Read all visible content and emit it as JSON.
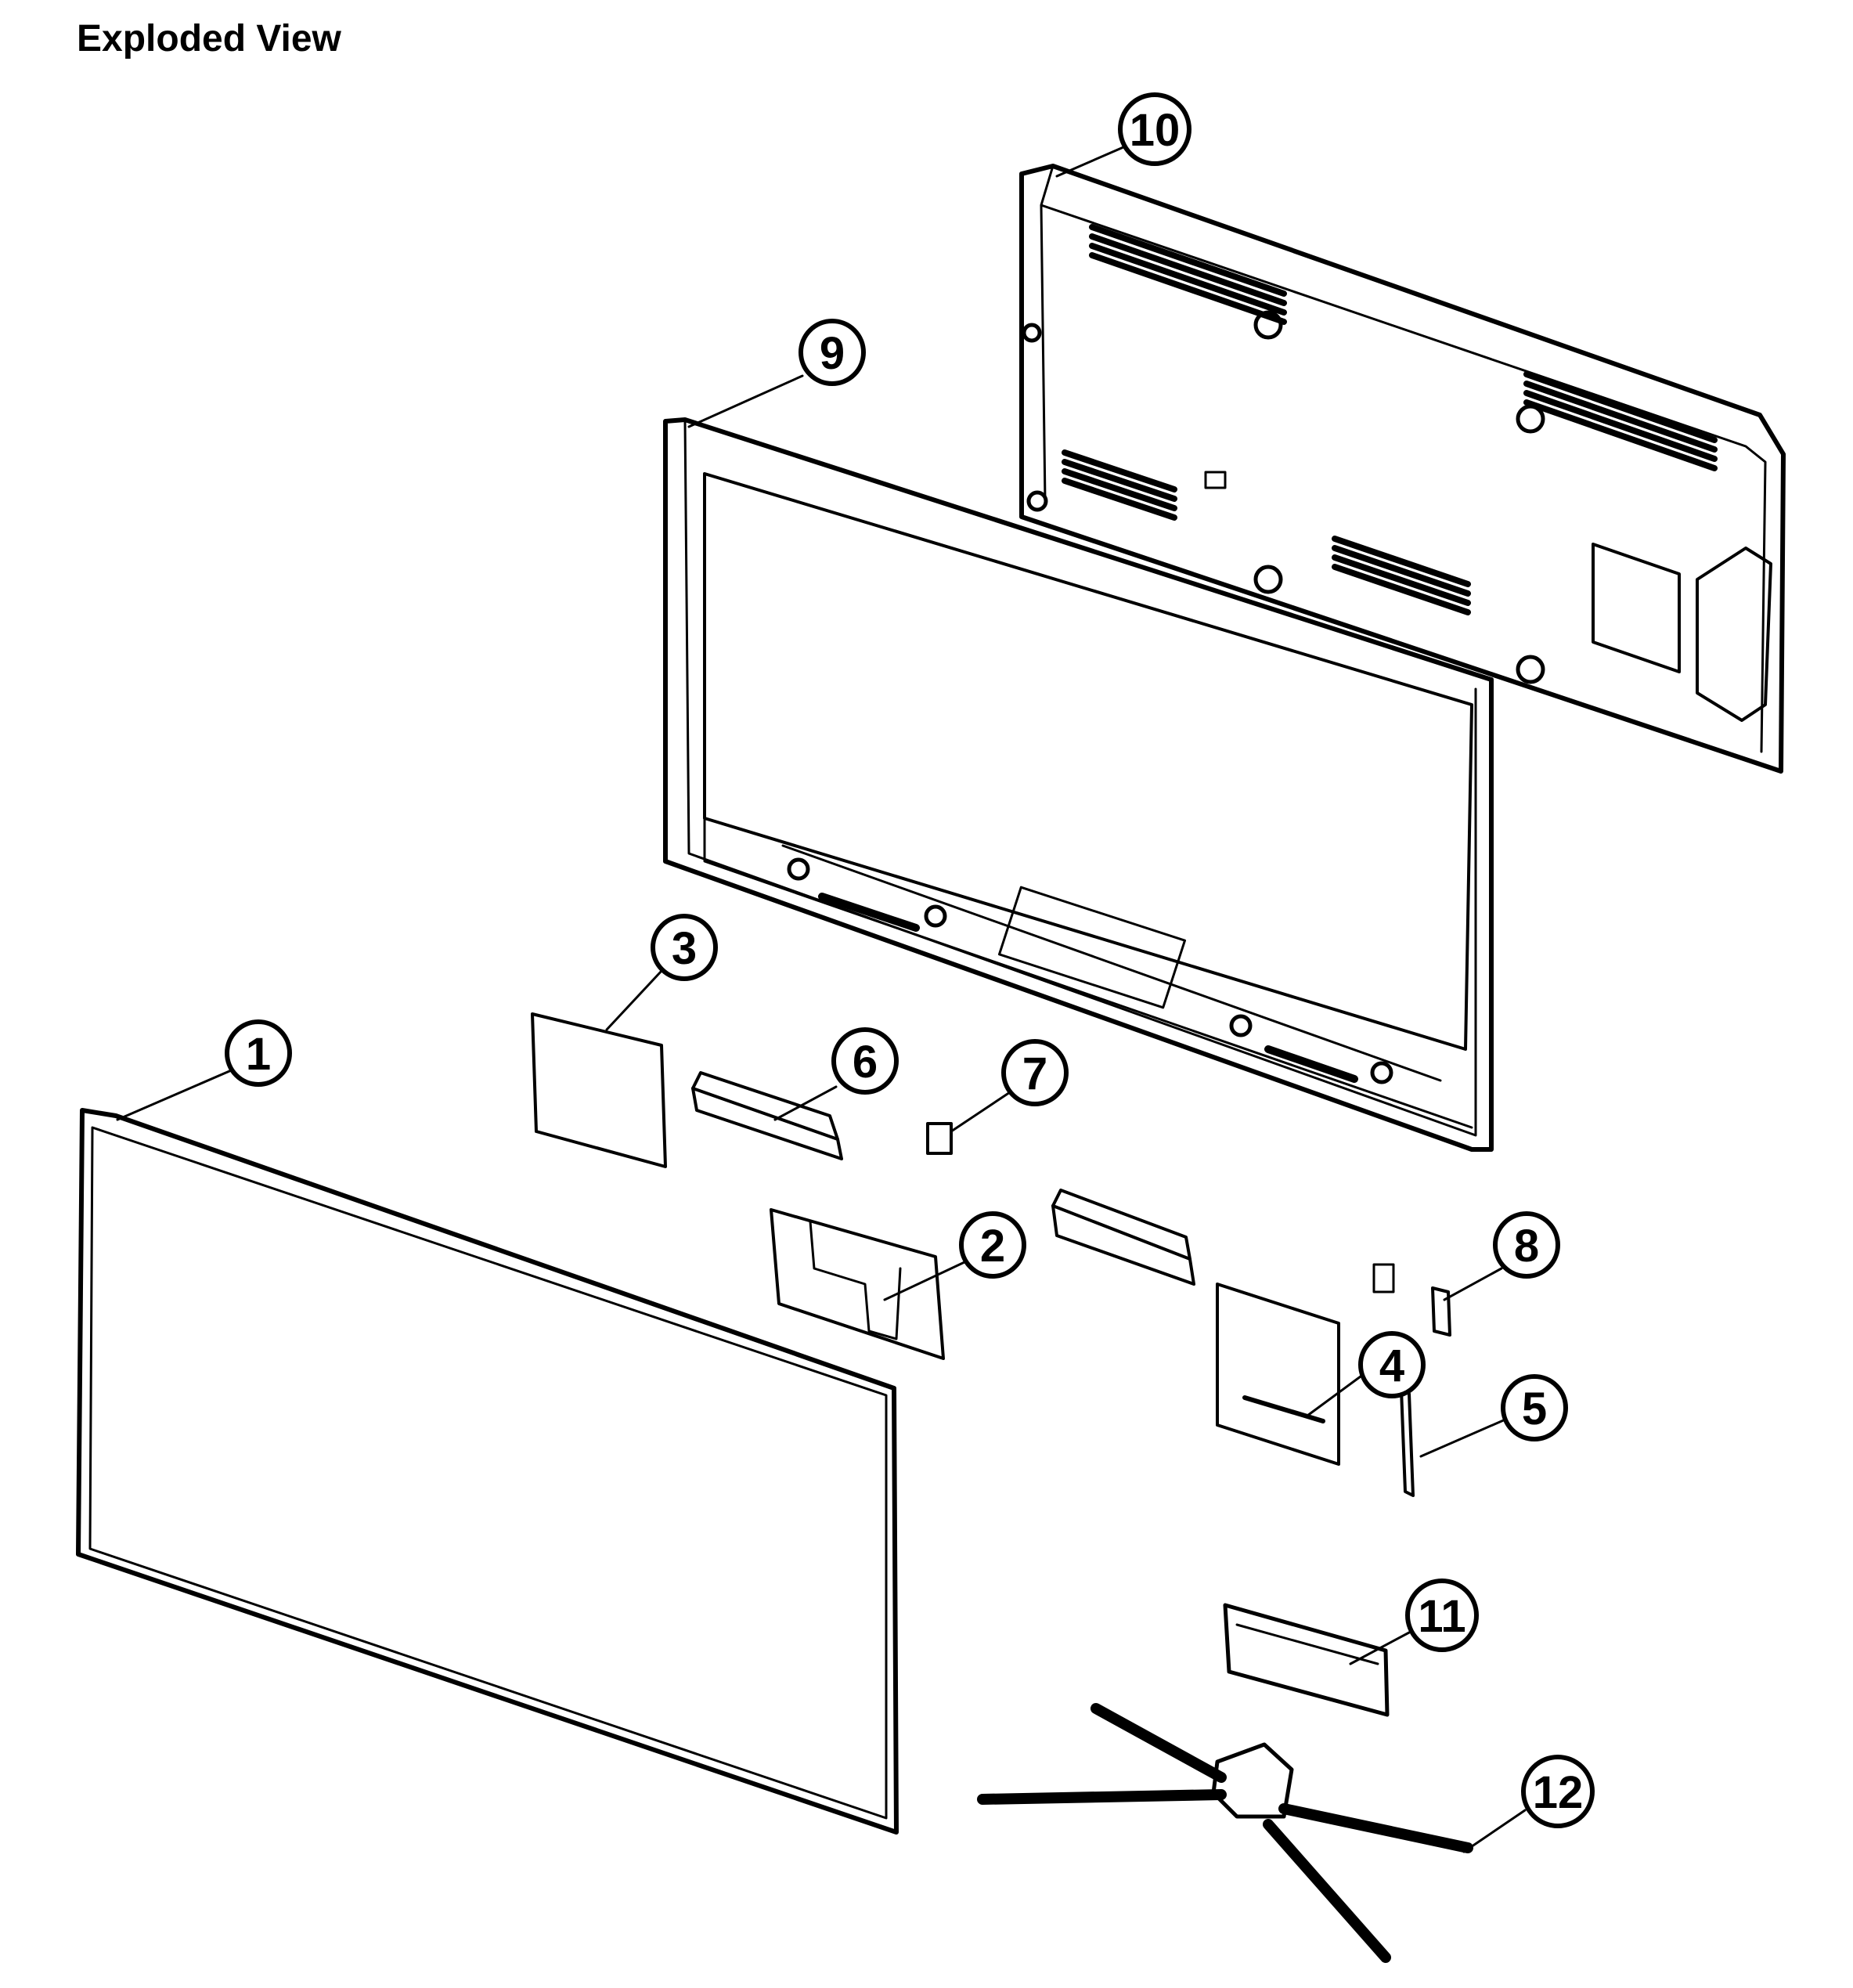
{
  "title": "Exploded View",
  "callouts": [
    {
      "id": "1",
      "label": "1"
    },
    {
      "id": "2",
      "label": "2"
    },
    {
      "id": "3",
      "label": "3"
    },
    {
      "id": "4",
      "label": "4"
    },
    {
      "id": "5",
      "label": "5"
    },
    {
      "id": "6",
      "label": "6"
    },
    {
      "id": "7",
      "label": "7"
    },
    {
      "id": "8",
      "label": "8"
    },
    {
      "id": "9",
      "label": "9"
    },
    {
      "id": "10",
      "label": "10"
    },
    {
      "id": "11",
      "label": "11"
    },
    {
      "id": "12",
      "label": "12"
    }
  ]
}
